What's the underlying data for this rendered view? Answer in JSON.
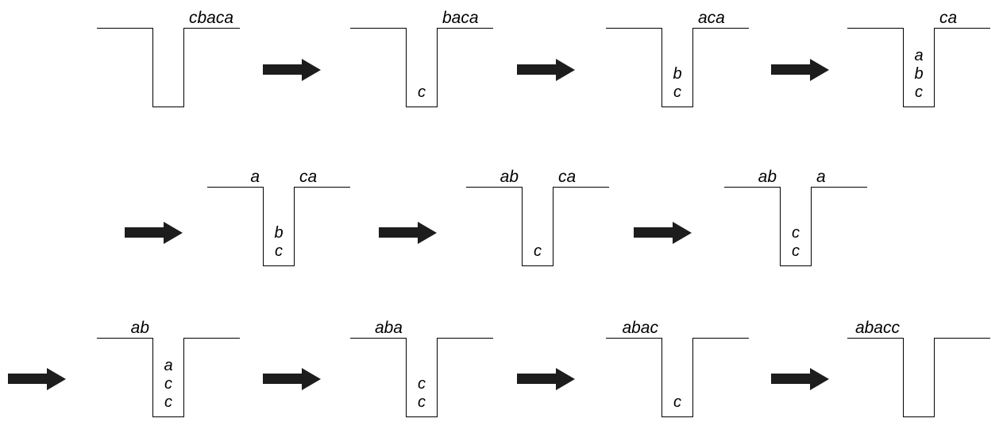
{
  "figure": {
    "states": [
      {
        "left_label": "",
        "right_label": "cbaca",
        "stack": []
      },
      {
        "left_label": "",
        "right_label": "baca",
        "stack": [
          "c"
        ]
      },
      {
        "left_label": "",
        "right_label": "aca",
        "stack": [
          "b",
          "c"
        ]
      },
      {
        "left_label": "",
        "right_label": "ca",
        "stack": [
          "a",
          "b",
          "c"
        ]
      },
      {
        "left_label": "a",
        "right_label": "ca",
        "stack": [
          "b",
          "c"
        ]
      },
      {
        "left_label": "ab",
        "right_label": "ca",
        "stack": [
          "c"
        ]
      },
      {
        "left_label": "ab",
        "right_label": "a",
        "stack": [
          "c",
          "c"
        ]
      },
      {
        "left_label": "ab",
        "right_label": "",
        "stack": [
          "a",
          "c",
          "c"
        ]
      },
      {
        "left_label": "aba",
        "right_label": "",
        "stack": [
          "c",
          "c"
        ]
      },
      {
        "left_label": "abac",
        "right_label": "",
        "stack": [
          "c"
        ]
      },
      {
        "left_label": "abacc",
        "right_label": "",
        "stack": []
      }
    ],
    "colors": {
      "line": "#000000",
      "arrow": "#1d1d1d",
      "background": "#ffffff"
    }
  }
}
